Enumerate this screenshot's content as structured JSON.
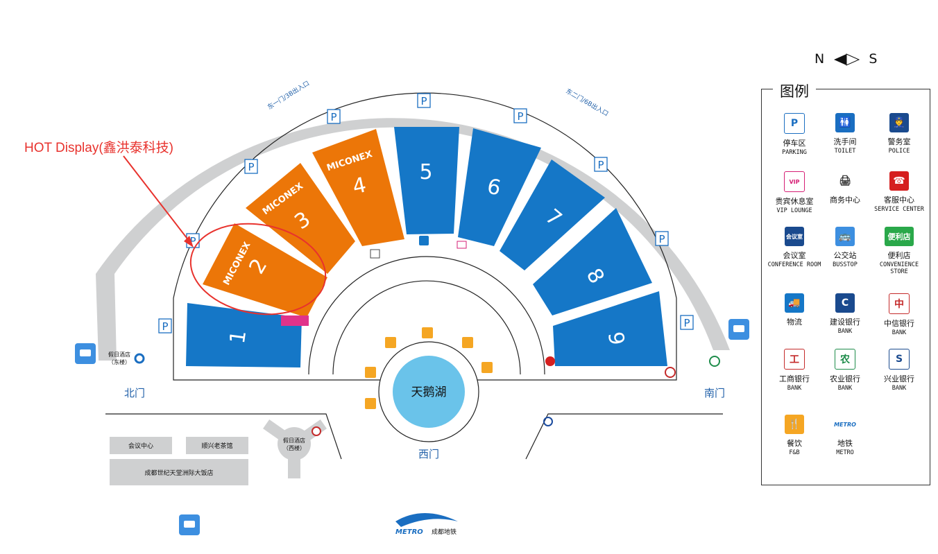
{
  "annotation": {
    "label": "HOT Display(鑫洪泰科技)",
    "color": "#e8322d"
  },
  "compass": {
    "n": "N",
    "s": "S"
  },
  "colors": {
    "blue_hall": "#1577c7",
    "orange_hall": "#ec7608",
    "gray_road": "#cfd0d1",
    "lake": "#6ac3ea"
  },
  "halls": [
    {
      "num": "1",
      "brand": ""
    },
    {
      "num": "2",
      "brand": "MICONEX"
    },
    {
      "num": "3",
      "brand": "MICONEX"
    },
    {
      "num": "4",
      "brand": "MICONEX"
    },
    {
      "num": "5",
      "brand": ""
    },
    {
      "num": "6",
      "brand": ""
    },
    {
      "num": "7",
      "brand": ""
    },
    {
      "num": "8",
      "brand": ""
    },
    {
      "num": "9",
      "brand": ""
    }
  ],
  "map_labels": {
    "north_gate": "北门",
    "south_gate": "南门",
    "west_gate": "西门",
    "lake": "天鹅湖",
    "east_gate_1": "东一门/3B出入口",
    "east_gate_2": "东二门/6B出入口",
    "holiday_inn_east": "假日酒店",
    "holiday_inn_east_sub": "（东楼）",
    "holiday_inn_west": "假日酒店",
    "holiday_inn_west_sub": "（西楼）",
    "conference_center": "会议中心",
    "teahouse": "顺兴老茶馆",
    "hotel": "成都世纪天堂洲际大饭店",
    "metro_word": "METRO",
    "metro_zh": "成都地铁",
    "parking_glyph": "P",
    "vip_glyph": "VIP"
  },
  "legend": {
    "title": "图例",
    "items": [
      {
        "zh": "停车区",
        "en": "PARKING",
        "icon": "parking-icon",
        "glyph": "P"
      },
      {
        "zh": "洗手间",
        "en": "TOILET",
        "icon": "toilet-icon",
        "glyph": "🚻"
      },
      {
        "zh": "警务室",
        "en": "POLICE",
        "icon": "police-icon",
        "glyph": "👮"
      },
      {
        "zh": "贵宾休息室",
        "en": "VIP LOUNGE",
        "icon": "vip-icon",
        "glyph": "VIP"
      },
      {
        "zh": "商务中心",
        "en": "",
        "icon": "printer-icon",
        "glyph": "🖨"
      },
      {
        "zh": "客服中心",
        "en": "SERVICE CENTER",
        "icon": "service-icon",
        "glyph": "☎"
      },
      {
        "zh": "会议室",
        "en": "CONFERENCE ROOM",
        "icon": "conference-icon",
        "glyph": "会议室"
      },
      {
        "zh": "公交站",
        "en": "BUSSTOP",
        "icon": "bus-icon",
        "glyph": "🚌"
      },
      {
        "zh": "便利店",
        "en": "CONVENIENCE STORE",
        "icon": "store-icon",
        "glyph": "便利店"
      },
      {
        "zh": "物流",
        "en": "",
        "icon": "logistics-icon",
        "glyph": "🚚"
      },
      {
        "zh": "建设银行",
        "en": "BANK",
        "icon": "ccb-icon",
        "glyph": "C"
      },
      {
        "zh": "中信银行",
        "en": "BANK",
        "icon": "citic-icon",
        "glyph": "中"
      },
      {
        "zh": "工商银行",
        "en": "BANK",
        "icon": "icbc-icon",
        "glyph": "工"
      },
      {
        "zh": "农业银行",
        "en": "BANK",
        "icon": "abc-icon",
        "glyph": "农"
      },
      {
        "zh": "兴业银行",
        "en": "BANK",
        "icon": "cib-icon",
        "glyph": "S"
      },
      {
        "zh": "餐饮",
        "en": "F&B",
        "icon": "fb-icon",
        "glyph": "🍴"
      },
      {
        "zh": "地铁",
        "en": "METRO",
        "icon": "metro-icon",
        "glyph": "METRO"
      }
    ]
  }
}
